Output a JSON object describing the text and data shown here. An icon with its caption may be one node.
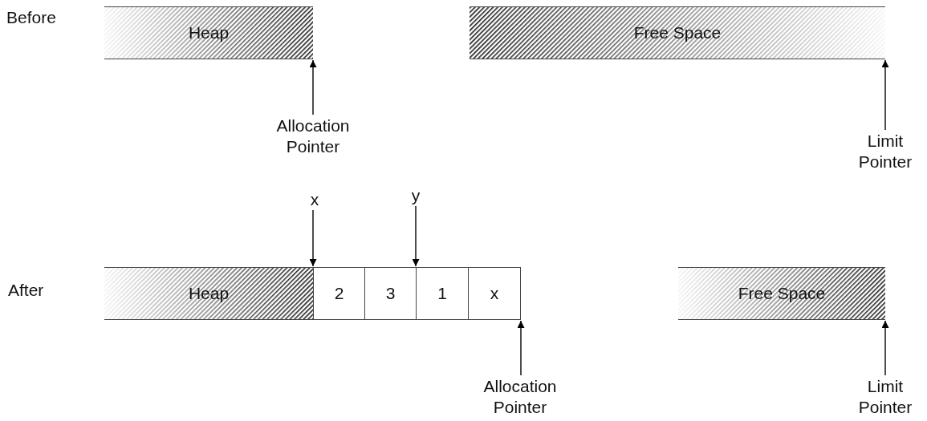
{
  "diagram": {
    "nodes": [
      {
        "text": [
          "Heap"
        ]
      },
      {
        "text": [
          "Free Space"
        ]
      },
      {
        "text": [
          "Allocation Pointer"
        ]
      },
      {
        "text": [
          "Limit Pointer"
        ]
      },
      {
        "text": [
          "x"
        ]
      },
      {
        "text": [
          "y"
        ]
      },
      {
        "text": [
          "Heap"
        ]
      },
      {
        "text": [
          "2"
        ]
      },
      {
        "text": [
          "3"
        ]
      },
      {
        "text": [
          "1"
        ]
      },
      {
        "text": [
          "x"
        ]
      },
      {
        "text": [
          "Free Space"
        ]
      },
      {
        "text": [
          "Allocation Pointer"
        ]
      },
      {
        "text": [
          "Limit Pointer"
        ]
      }
    ],
    "edges": [
      {
        "from": 2,
        "to": 0,
        "arrow": "to"
      },
      {
        "from": 3,
        "to": 1,
        "arrow": "to"
      },
      {
        "from": 4,
        "to": 7,
        "arrow": "to"
      },
      {
        "from": 5,
        "to": 9,
        "arrow": "to"
      },
      {
        "from": 12,
        "to": 10,
        "arrow": "to"
      },
      {
        "from": 13,
        "to": 11,
        "arrow": "to"
      }
    ],
    "labels": [
      "Before",
      "After"
    ]
  }
}
